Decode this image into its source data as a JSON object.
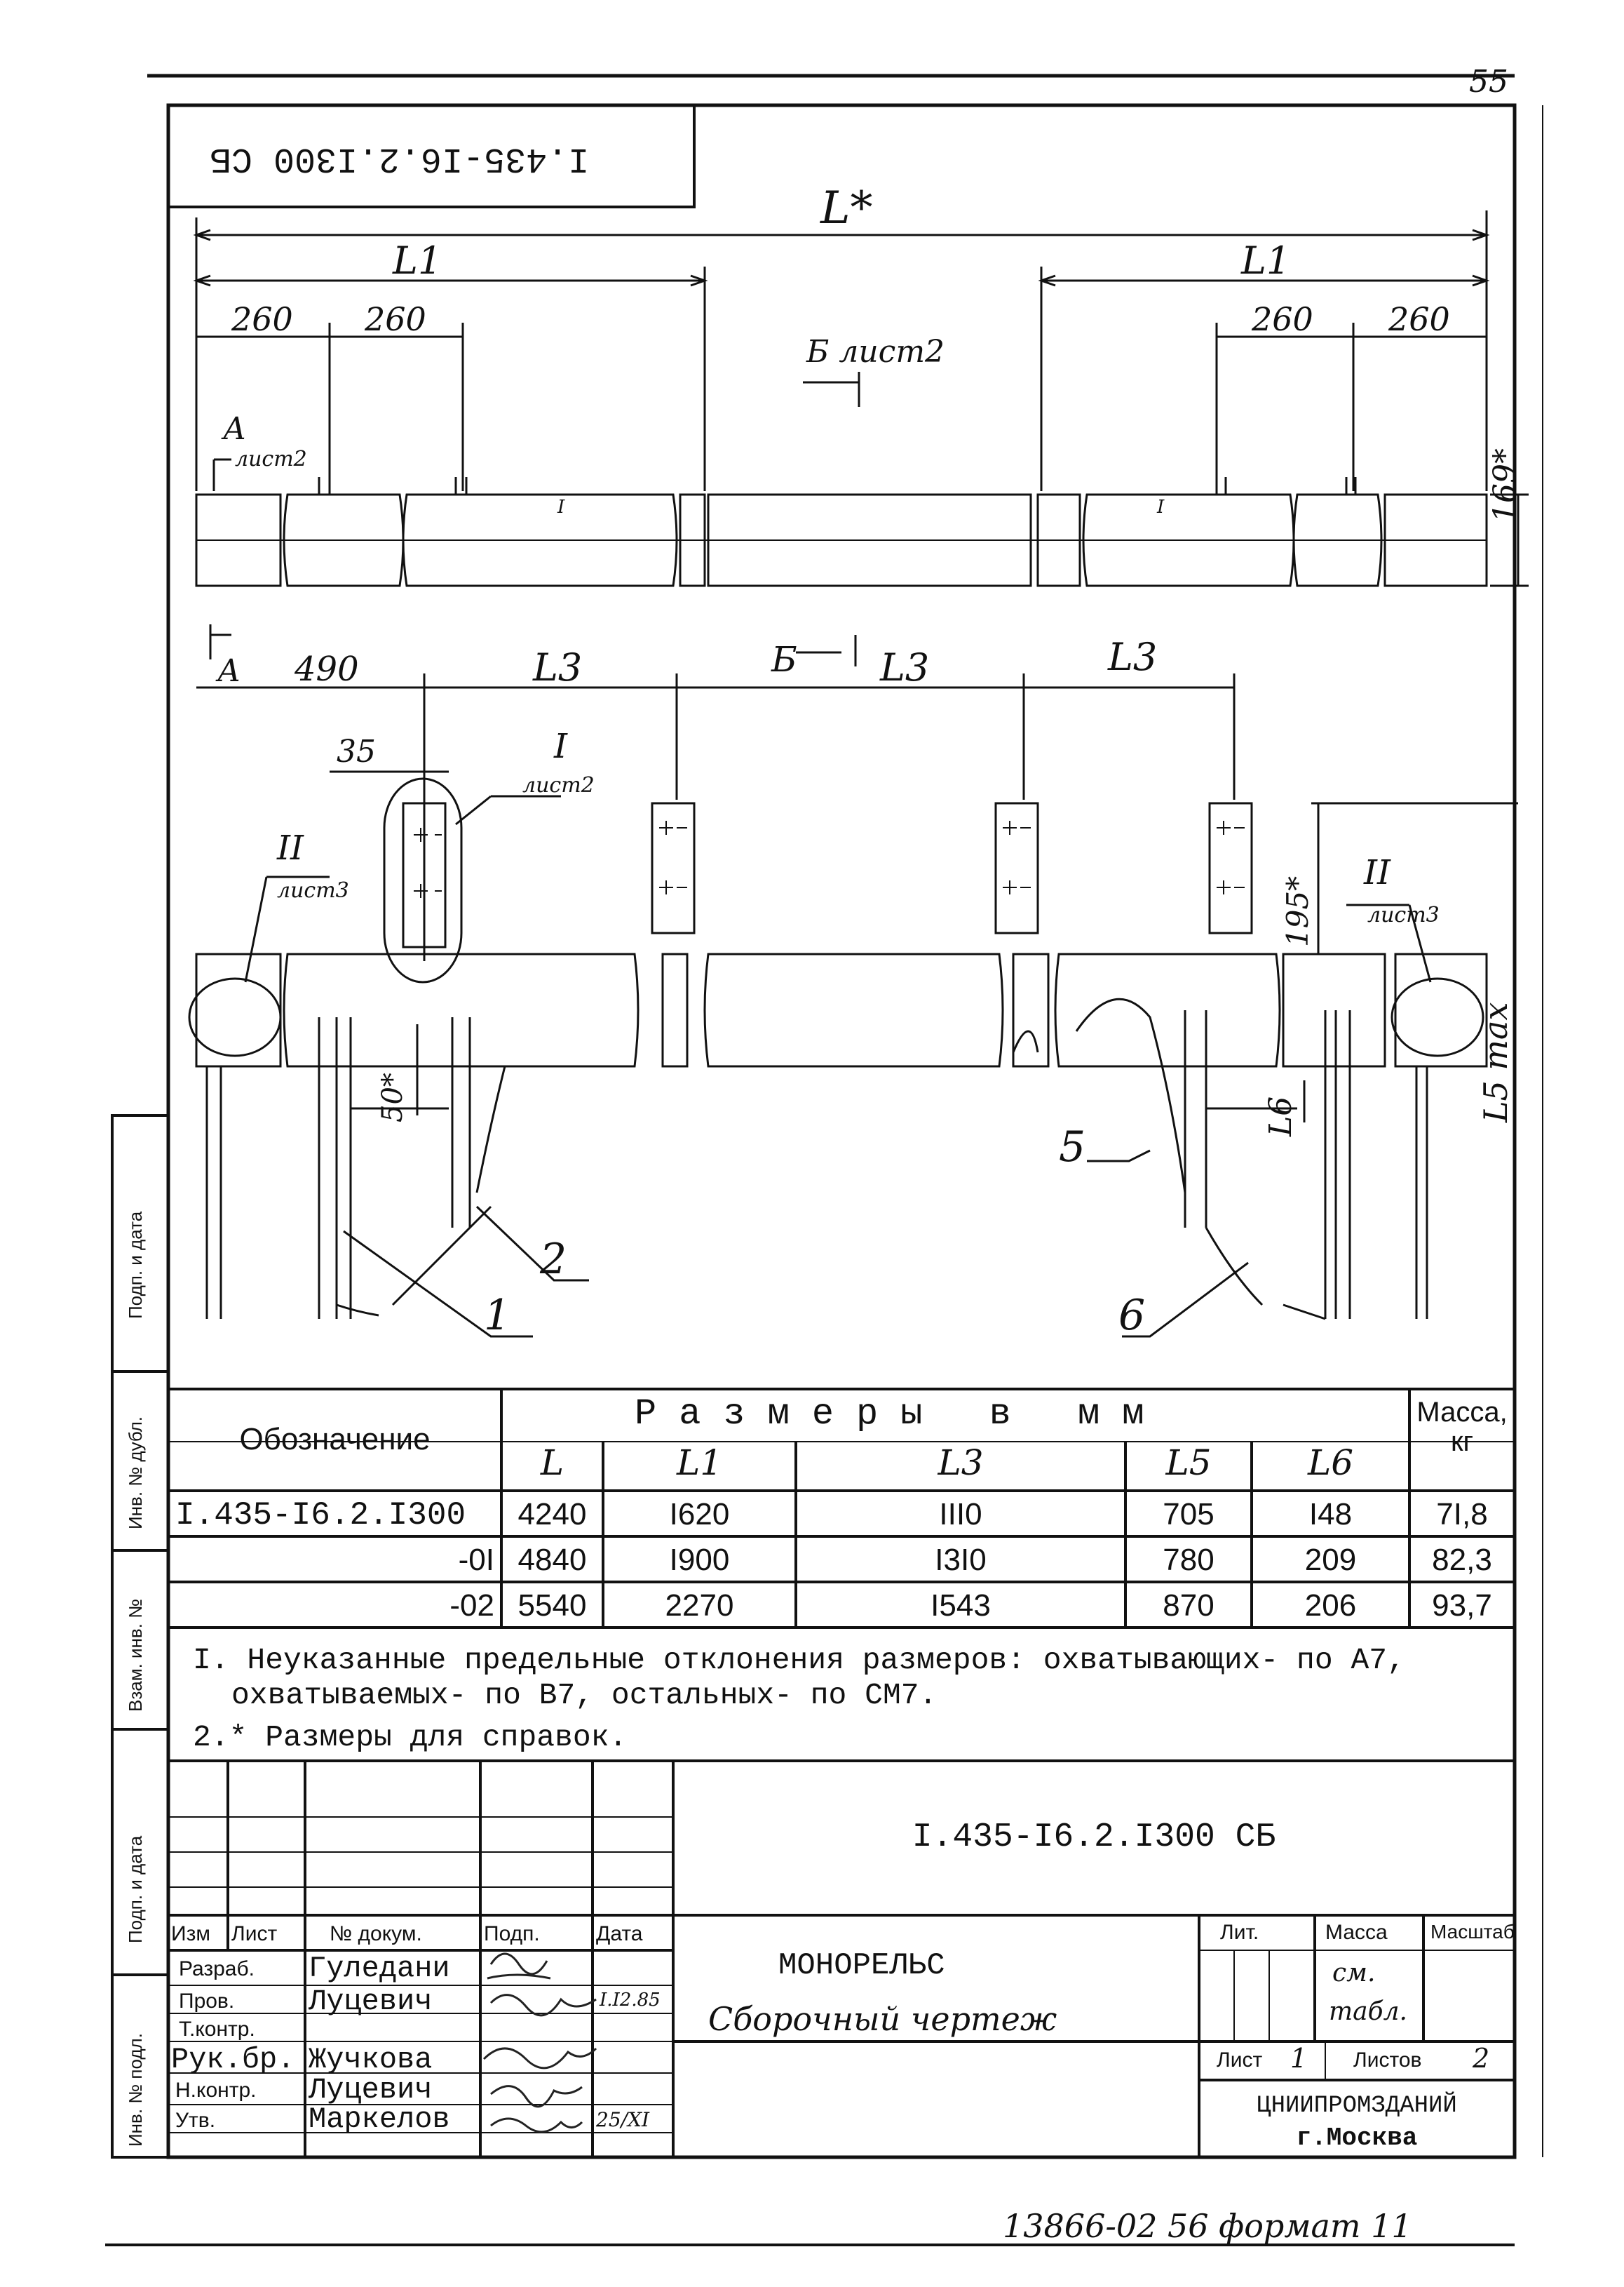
{
  "sheet_number": "55",
  "corner_code": "I.435-I6.2.I300 СБ",
  "drawing": {
    "dim_L_star": "L*",
    "dim_L1": "L1",
    "d260": "260",
    "section_B": "Б лист2",
    "section_A_letter": "А",
    "section_A_sheet": "лист2",
    "part1_marker": "I",
    "dim_169": "169*",
    "view_A": "А",
    "dim_490": "490",
    "dim_L3": "L3",
    "view_B": "Б",
    "dim_35": "35",
    "node_I": "I",
    "node_I_sheet": "лист2",
    "node_II": "II",
    "node_II_sheet": "лист3",
    "dim_195": "195*",
    "dim_L5max": "L5 max",
    "dim_50": "50*",
    "dim_L6": "L6",
    "pos1": "1",
    "pos2": "2",
    "pos5": "5",
    "pos6": "6"
  },
  "table": {
    "header_designation": "Обозначение",
    "header_sizes": "Размеры в мм",
    "header_mass": "Масса, кг",
    "columns": [
      "L",
      "L1",
      "L3",
      "L5",
      "L6"
    ],
    "rows": [
      {
        "designation": "I.435-I6.2.I300",
        "L": "4240",
        "L1": "I620",
        "L3": "III0",
        "L5": "705",
        "L6": "I48",
        "mass": "7I,8"
      },
      {
        "designation": "-0I",
        "L": "4840",
        "L1": "I900",
        "L3": "I3I0",
        "L5": "780",
        "L6": "209",
        "mass": "82,3"
      },
      {
        "designation": "-02",
        "L": "5540",
        "L1": "2270",
        "L3": "I543",
        "L5": "870",
        "L6": "206",
        "mass": "93,7"
      }
    ]
  },
  "notes": {
    "n1_line1": "I. Неуказанные предельные отклонения размеров: охватывающих- по A7,",
    "n1_line2": "охватываемых- по B7, остальных- по CM7.",
    "n2": "2.* Размеры для справок."
  },
  "title_block": {
    "doc_code": "I.435-I6.2.I300 СБ",
    "headers": [
      "Изм",
      "Лист",
      "№ докум.",
      "Подп.",
      "Дата"
    ],
    "signers": [
      {
        "role": "Разраб.",
        "name": "Гуледани",
        "date": ""
      },
      {
        "role": "Пров.",
        "name": "Луцевич",
        "date": "I.I2.85"
      },
      {
        "role": "Т.контр.",
        "name": "",
        "date": ""
      },
      {
        "role": "Рук.бр.",
        "name": "Жучкова",
        "date": ""
      },
      {
        "role": "Н.контр.",
        "name": "Луцевич",
        "date": ""
      },
      {
        "role": "Утв.",
        "name": "Маркелов",
        "date": "25/XI"
      }
    ],
    "product": "МОНОРЕЛЬС",
    "doc_type": "Сборочный чертеж",
    "lit_label": "Лит.",
    "mass_label": "Масса",
    "scale_label": "Масштаб",
    "mass_value_1": "см.",
    "mass_value_2": "табл.",
    "sheet_label": "Лист",
    "sheet_value": "1",
    "sheets_label": "Листов",
    "sheets_value": "2",
    "org": "ЦНИИПРОМЗДАНИЙ",
    "city": "г.Москва"
  },
  "left_margin_labels": [
    "Подп. и дата",
    "Инв. № дубл.",
    "Взам. инв. №",
    "Подп. и дата",
    "Инв. № подл."
  ],
  "bottom_stamp": "13866-02 56 формат 11"
}
